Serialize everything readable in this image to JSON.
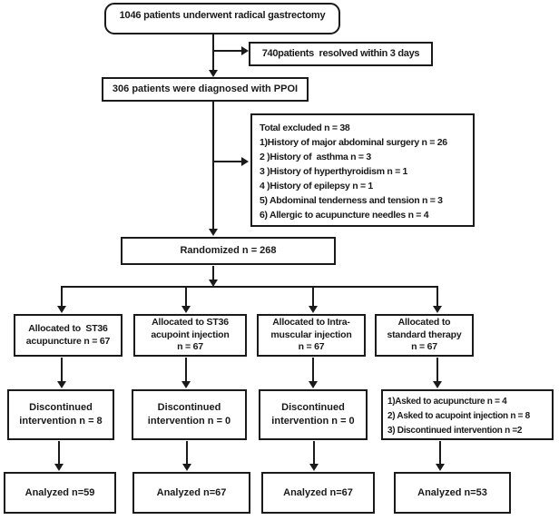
{
  "diagram": {
    "type": "flowchart",
    "colors": {
      "line": "#1a1a1a",
      "background": "#ffffff"
    },
    "boxes": {
      "gastrectomy": "1046 patients underwent radical gastrectomy",
      "resolved": "740patients  resolved within 3 days",
      "ppoi": "306 patients were diagnosed with PPOI",
      "excluded_lines": [
        "Total excluded n = 38",
        "1)History of major abdominal surgery n = 26",
        "2 )History of  asthma n = 3",
        "3 )History of hyperthyroidism n = 1",
        "4 )History of epilepsy n = 1",
        "5) Abdominal tenderness and tension n = 3",
        "6) Allergic to acupuncture needles n = 4"
      ],
      "randomized": "Randomized n = 268",
      "alloc_acupuncture_lines": [
        "Allocated to  ST36",
        "acupuncture n = 67"
      ],
      "alloc_acupoint_lines": [
        "Allocated to ST36",
        "acupoint injection",
        "n = 67"
      ],
      "alloc_intramuscular_lines": [
        "Allocated to Intra-",
        "muscular injection",
        "n = 67"
      ],
      "alloc_standard_lines": [
        "Allocated to",
        "standard therapy",
        "n = 67"
      ],
      "disc1_lines": [
        "Discontinued",
        "intervention n = 8"
      ],
      "disc2_lines": [
        "Discontinued",
        "intervention n = 0"
      ],
      "disc3_lines": [
        "Discontinued",
        "intervention n = 0"
      ],
      "disc4_lines": [
        "1)Asked to acupuncture n = 4",
        "2) Asked to acupoint injection n = 8",
        "3) Discontinued intervention n =2"
      ],
      "analyzed1": "Analyzed n=59",
      "analyzed2": "Analyzed n=67",
      "analyzed3": "Analyzed n=67",
      "analyzed4": "Analyzed n=53"
    }
  }
}
